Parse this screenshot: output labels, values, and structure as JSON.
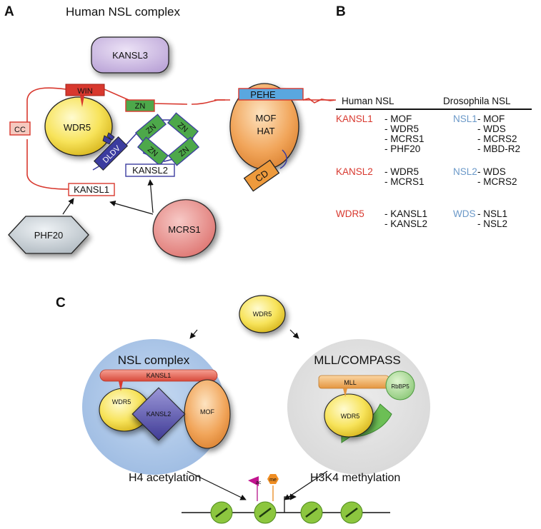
{
  "panel_a": {
    "letter": "A",
    "title": "Human NSL complex",
    "kansl3": "KANSL3",
    "win": "WIN",
    "zn": "ZN",
    "cc": "CC",
    "wdr5": "WDR5",
    "dldv": "DLDV",
    "kansl2": "KANSL2",
    "kansl1": "KANSL1",
    "pehe": "PEHE",
    "mof_line1": "MOF",
    "mof_line2": "HAT",
    "cd": "CD",
    "phf20": "PHF20",
    "mcrs1": "MCRS1"
  },
  "panel_b": {
    "letter": "B",
    "col_human": "Human NSL",
    "col_drosophila": "Drosophila NSL",
    "rows": [
      {
        "human_bait": "KANSL1",
        "human_partners": [
          "- MOF",
          "- WDR5",
          "- MCRS1",
          "- PHF20"
        ],
        "dros_bait": "NSL1",
        "dros_partners": [
          "- MOF",
          "- WDS",
          "- MCRS2",
          "- MBD-R2"
        ]
      },
      {
        "human_bait": "KANSL2",
        "human_partners": [
          "- WDR5",
          "- MCRS1"
        ],
        "dros_bait": "NSL2",
        "dros_partners": [
          "- WDS",
          "- MCRS2"
        ]
      },
      {
        "human_bait": "WDR5",
        "human_partners": [
          "- KANSL1",
          "- KANSL2"
        ],
        "dros_bait": "WDS",
        "dros_partners": [
          "- NSL1",
          "- NSL2"
        ]
      }
    ]
  },
  "panel_c": {
    "letter": "C",
    "wdr5_top": "WDR5",
    "nsl_title": "NSL complex",
    "nsl_kansl1": "KANSL1",
    "nsl_wdr5": "WDR5",
    "nsl_kansl2": "KANSL2",
    "nsl_mof": "MOF",
    "mll_title": "MLL/COMPASS",
    "mll_mll": "MLL",
    "mll_rbbp5": "RbBP5",
    "mll_wdr5": "WDR5",
    "h4": "H4 acetylation",
    "h3k4": "H3K4 methylation",
    "ac": "ac",
    "me": "me"
  },
  "colors": {
    "red_line": "#d8382e",
    "blue_label": "#6a98c8",
    "nucleosome_green": "#8cc63f",
    "nsl_bg": "#a7c4e6",
    "mll_bg": "#e0e0e0"
  }
}
